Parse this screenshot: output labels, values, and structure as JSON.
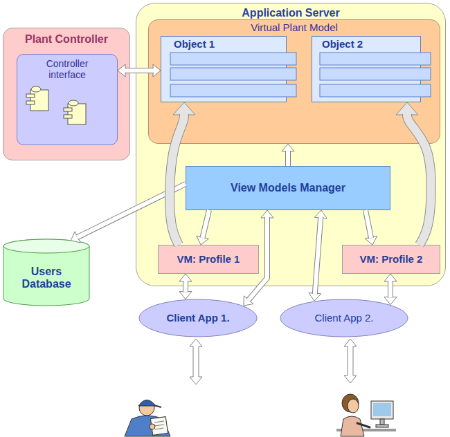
{
  "diagram": {
    "nodes": [
      {
        "text": [
          "Application Server"
        ]
      },
      {
        "text": [
          "Virtual Plant Model"
        ],
        "in": 0
      },
      {
        "text": [
          "Object 1"
        ],
        "in": 1
      },
      {
        "text": [
          "Object 2"
        ],
        "in": 1
      },
      {
        "text": [
          "Plant Controller"
        ]
      },
      {
        "text": [
          "Controller interface"
        ],
        "in": 4
      },
      {
        "text": [
          "View Models Manager"
        ],
        "in": 0
      },
      {
        "text": [
          "Users Database"
        ]
      },
      {
        "text": [
          "VM: Profile 1"
        ],
        "in": 0
      },
      {
        "text": [
          "VM: Profile 2"
        ],
        "in": 0
      },
      {
        "text": [
          "Client App 1."
        ]
      },
      {
        "text": [
          "Client App 2."
        ]
      }
    ],
    "edges": [
      {
        "from": 5,
        "to": 2,
        "arrow": "both"
      },
      {
        "from": 6,
        "to": 1,
        "arrow": "to"
      },
      {
        "from": 6,
        "to": 7,
        "arrow": "to"
      },
      {
        "from": 6,
        "to": 8,
        "arrow": "to"
      },
      {
        "from": 6,
        "to": 9,
        "arrow": "to"
      },
      {
        "from": 8,
        "to": 2,
        "arrow": "to"
      },
      {
        "from": 9,
        "to": 3,
        "arrow": "to"
      },
      {
        "from": 8,
        "to": 10,
        "arrow": "both"
      },
      {
        "from": 6,
        "to": 10,
        "arrow": "both"
      },
      {
        "from": 6,
        "to": 11,
        "arrow": "both"
      },
      {
        "from": 9,
        "to": 11,
        "arrow": "both"
      }
    ]
  }
}
